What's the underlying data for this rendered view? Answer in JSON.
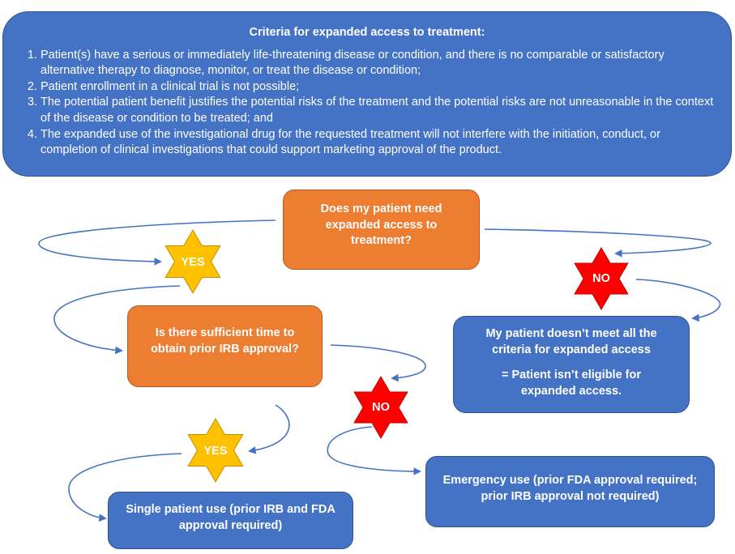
{
  "criteria": {
    "title": "Criteria for expanded access to treatment:",
    "items": [
      "Patient(s) have a serious or immediately life-threatening disease or condition, and there is no comparable or satisfactory alternative therapy to diagnose, monitor, or treat the disease or condition;",
      "Patient enrollment in a clinical trial is not possible;",
      "The potential patient benefit justifies the potential risks of the treatment and the potential risks are not unreasonable in the context of the disease or condition to be treated; and",
      "The expanded use of the investigational drug for the requested treatment will not interfere with the initiation, conduct, or completion of clinical investigations that could support marketing approval of the product."
    ]
  },
  "question1": "Does my patient need expanded access to treatment?",
  "question2": "Is there sufficient time to obtain prior IRB approval?",
  "not_eligible": {
    "line1": "My patient doesn’t meet all the criteria for expanded access",
    "line2": "= Patient isn’t eligible for expanded access."
  },
  "single_patient": "Single patient use (prior IRB and FDA approval required)",
  "emergency": "Emergency use (prior FDA approval required; prior IRB approval not required)",
  "labels": {
    "yes": "YES",
    "no": "NO"
  },
  "colors": {
    "blue": "#4472C4",
    "orange": "#ED7D31",
    "yes_star": "#FFC000",
    "no_star": "#FF0000",
    "arrow": "#4472C4"
  }
}
